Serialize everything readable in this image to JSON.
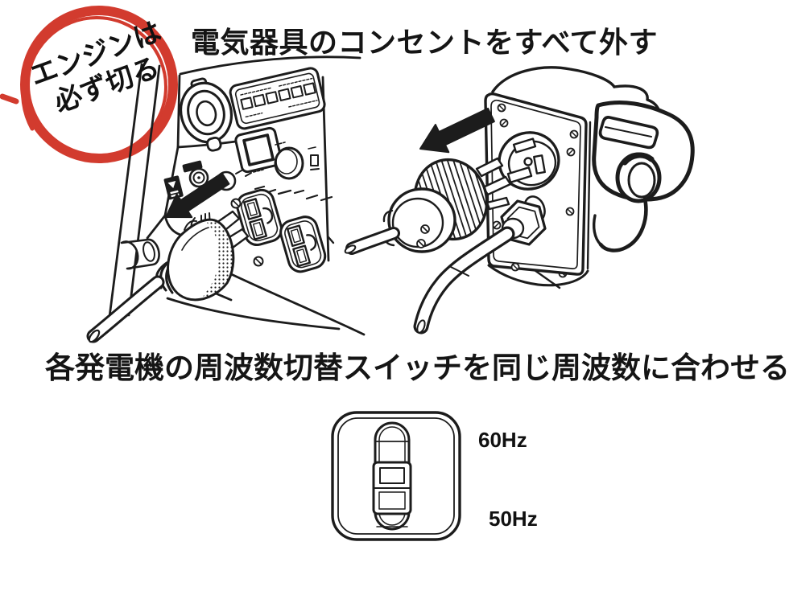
{
  "document": {
    "type": "generator-parallel-operation-instructions",
    "language": "ja"
  },
  "colors": {
    "ink": "#1c1c1c",
    "stamp_red": "#d23b2e",
    "paper": "#ffffff"
  },
  "stamp": {
    "line1": "エンジンは",
    "line2": "必ず切る"
  },
  "step1": {
    "heading": "電気器具のコンセントをすべて外す",
    "illustrations": [
      "generator-control-panel-with-plug-being-unplugged",
      "generator-outlet-panel-with-twist-lock-plug-being-unplugged"
    ]
  },
  "step2": {
    "heading": "各発電機の周波数切替スイッチを同じ周波数に合わせる",
    "switch": {
      "position": "center",
      "label_top": "60Hz",
      "label_bottom": "50Hz"
    }
  }
}
